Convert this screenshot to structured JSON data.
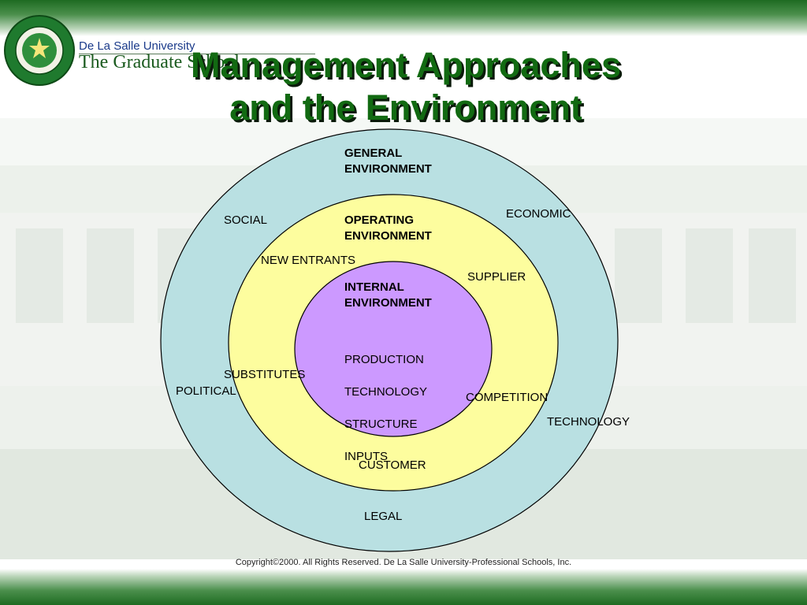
{
  "header": {
    "university": "De La Salle University",
    "graduate_school": "The Graduate School"
  },
  "title_line1": "Management Approaches",
  "title_line2": "and the Environment",
  "diagram": {
    "general": {
      "label_line1": "GENERAL",
      "label_line2": "ENVIRONMENT",
      "color": "#b9e0e2"
    },
    "operating": {
      "label_line1": "OPERATING",
      "label_line2": "ENVIRONMENT",
      "color": "#fdfd9e"
    },
    "internal": {
      "label_line1": "INTERNAL",
      "label_line2": "ENVIRONMENT",
      "color": "#cc99ff"
    },
    "general_factors": {
      "social": "SOCIAL",
      "economic": "ECONOMIC",
      "political": "POLITICAL",
      "technology": "TECHNOLOGY",
      "legal": "LEGAL"
    },
    "operating_factors": {
      "new_entrants": "NEW ENTRANTS",
      "supplier": "SUPPLIER",
      "substitutes": "SUBSTITUTES",
      "competition": "COMPETITION",
      "customer": "CUSTOMER"
    },
    "internal_factors": [
      "PRODUCTION",
      "TECHNOLOGY",
      "STRUCTURE",
      "INPUTS"
    ]
  },
  "copyright": "Copyright©2000. All Rights Reserved. De La Salle University-Professional Schools, Inc."
}
